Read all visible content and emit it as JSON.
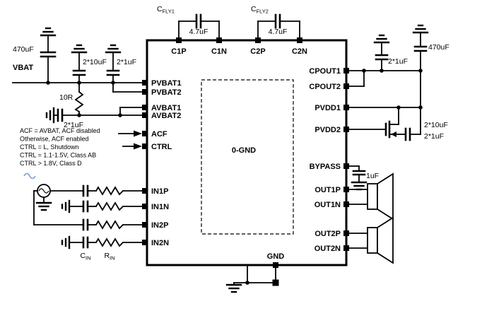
{
  "ic": {
    "core_label": "0-GND",
    "pin_bottom": "GND",
    "pins_left": [
      "PVBAT1",
      "PVBAT2",
      "AVBAT1",
      "AVBAT2",
      "ACF",
      "CTRL",
      "IN1P",
      "IN1N",
      "IN2P",
      "IN2N"
    ],
    "pins_right": [
      "CPOUT1",
      "CPOUT2",
      "PVDD1",
      "PVDD2",
      "BYPASS",
      "OUT1P",
      "OUT1N",
      "OUT2P",
      "OUT2N"
    ],
    "pins_top": [
      "C1P",
      "C1N",
      "C2P",
      "C2N"
    ]
  },
  "components": {
    "vbat": "VBAT",
    "c470_left": "470uF",
    "c2x10_left": "2*10uF",
    "c2x1_left": "2*1uF",
    "r10": "10R",
    "c2x1_avbat": "2*1uF",
    "cfly1_name": {
      "base": "C",
      "sub": "FLY1"
    },
    "cfly2_name": {
      "base": "C",
      "sub": "FLY2"
    },
    "cfly1_val": "4.7uF",
    "cfly2_val": "4.7uF",
    "c2x1_right": "2*1uF",
    "c470_right": "470uF",
    "c2x10_pvdd": "2*10uF",
    "c2x1_pvdd": "2*1uF",
    "c_bypass": "1uF",
    "cin": {
      "base": "C",
      "sub": "IN"
    },
    "rin": {
      "base": "R",
      "sub": "IN"
    }
  },
  "notes": [
    "ACF = AVBAT, ACF disabled",
    "Otherwise, ACF enabled",
    "CTRL = L, Shutdown",
    "CTRL = 1.1-1.5V, Class AB",
    "CTRL > 1.8V, Class D"
  ],
  "colors": {
    "wire": "#000000",
    "background": "#ffffff",
    "accent_sine": "#7b9cc9"
  }
}
